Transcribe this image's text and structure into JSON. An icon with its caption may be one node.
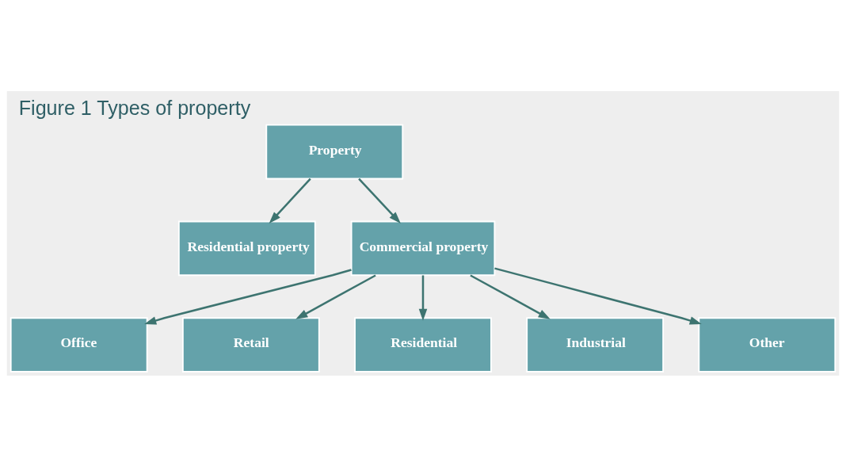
{
  "diagram": {
    "title": "Figure 1 Types of property",
    "nodes": [
      {
        "text": [
          "Property"
        ]
      },
      {
        "text": [
          "Residential property"
        ]
      },
      {
        "text": [
          "Commercial property"
        ]
      },
      {
        "text": [
          "Office"
        ]
      },
      {
        "text": [
          "Retail"
        ]
      },
      {
        "text": [
          "Residential"
        ]
      },
      {
        "text": [
          "Industrial"
        ]
      },
      {
        "text": [
          "Other"
        ]
      }
    ],
    "edges": [
      {
        "from": 0,
        "to": 1,
        "arrow": "to"
      },
      {
        "from": 0,
        "to": 2,
        "arrow": "to"
      },
      {
        "from": 2,
        "to": 3,
        "arrow": "to"
      },
      {
        "from": 2,
        "to": 4,
        "arrow": "to"
      },
      {
        "from": 2,
        "to": 5,
        "arrow": "to"
      },
      {
        "from": 2,
        "to": 6,
        "arrow": "to"
      },
      {
        "from": 2,
        "to": 7,
        "arrow": "to"
      }
    ]
  }
}
